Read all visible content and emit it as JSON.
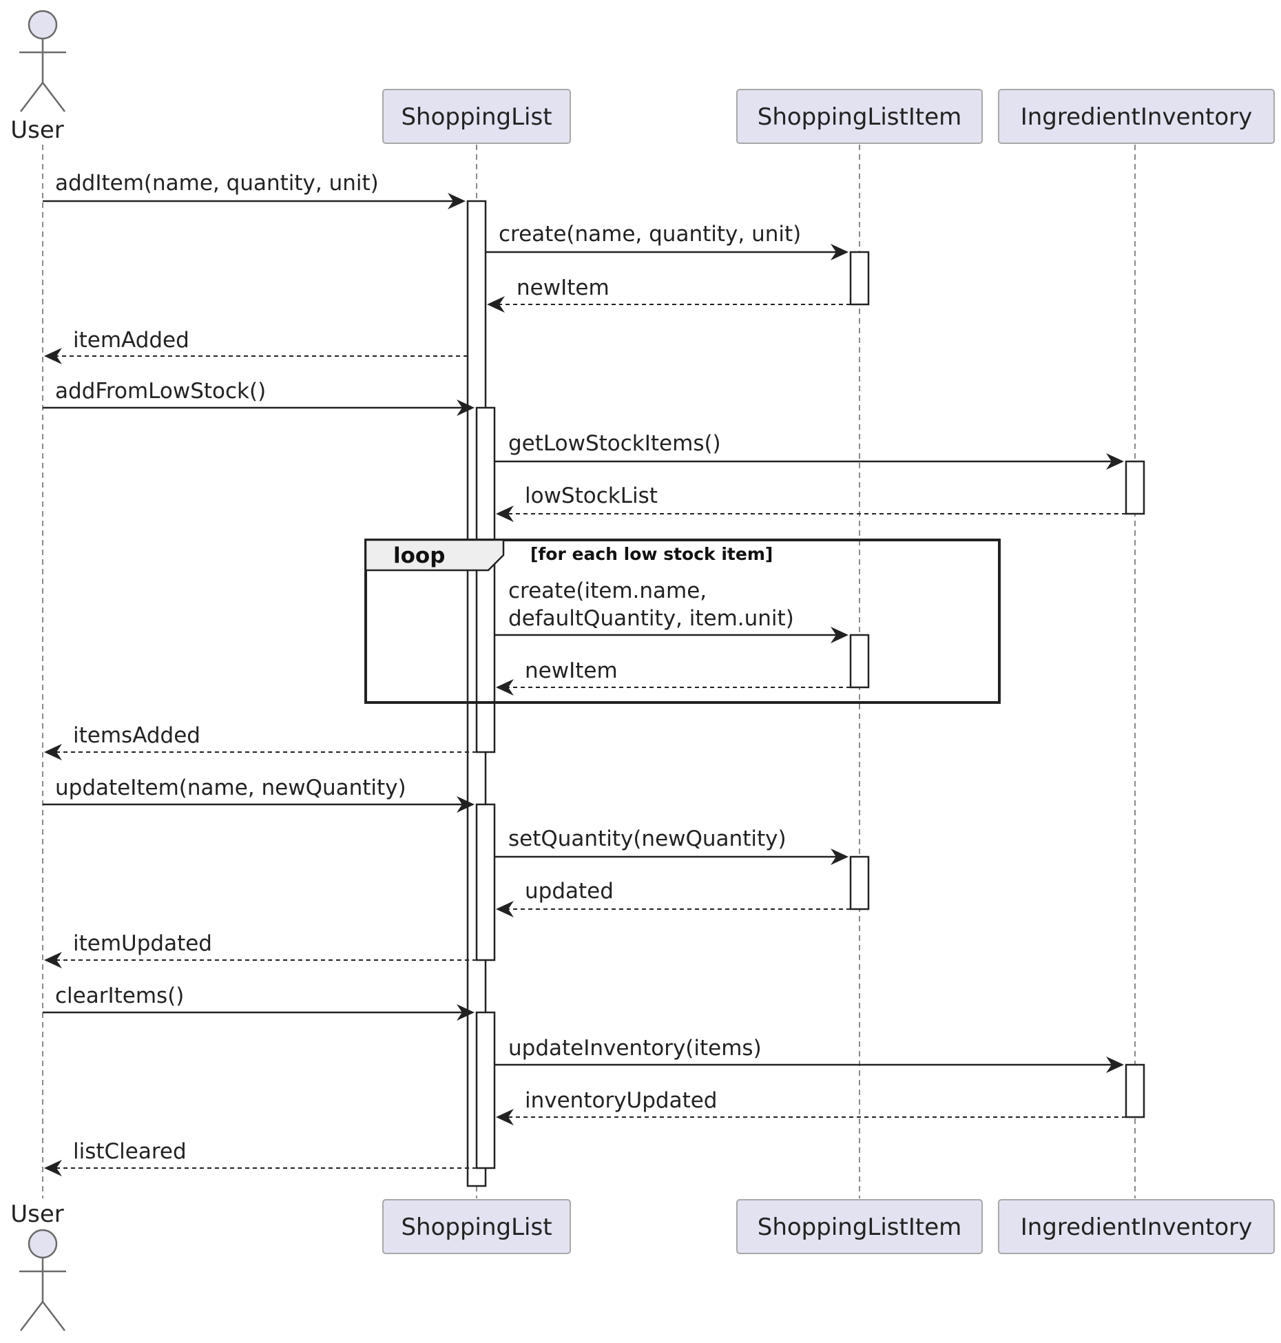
{
  "participants": {
    "user": "User",
    "shopping_list": "ShoppingList",
    "shopping_list_item": "ShoppingListItem",
    "ingredient_inventory": "IngredientInventory"
  },
  "messages": [
    {
      "label": "addItem(name, quantity, unit)",
      "kind": "call"
    },
    {
      "label": "create(name, quantity, unit)",
      "kind": "call"
    },
    {
      "label": "newItem",
      "kind": "reply"
    },
    {
      "label": "itemAdded",
      "kind": "reply"
    },
    {
      "label": "addFromLowStock()",
      "kind": "call"
    },
    {
      "label": "getLowStockItems()",
      "kind": "call"
    },
    {
      "label": "lowStockList",
      "kind": "reply"
    },
    {
      "label": "create(item.name,",
      "label2": "defaultQuantity, item.unit)",
      "kind": "call"
    },
    {
      "label": "newItem",
      "kind": "reply"
    },
    {
      "label": "itemsAdded",
      "kind": "reply"
    },
    {
      "label": "updateItem(name, newQuantity)",
      "kind": "call"
    },
    {
      "label": "setQuantity(newQuantity)",
      "kind": "call"
    },
    {
      "label": "updated",
      "kind": "reply"
    },
    {
      "label": "itemUpdated",
      "kind": "reply"
    },
    {
      "label": "clearItems()",
      "kind": "call"
    },
    {
      "label": "updateInventory(items)",
      "kind": "call"
    },
    {
      "label": "inventoryUpdated",
      "kind": "reply"
    },
    {
      "label": "listCleared",
      "kind": "reply"
    }
  ],
  "loop_frame": {
    "operator": "loop",
    "guard": "[for each low stock item]"
  },
  "colors": {
    "participant_fill": "#e2e2f0",
    "participant_border": "#a8a8a8",
    "line": "#222222",
    "lifeline": "#8a8a8a"
  }
}
